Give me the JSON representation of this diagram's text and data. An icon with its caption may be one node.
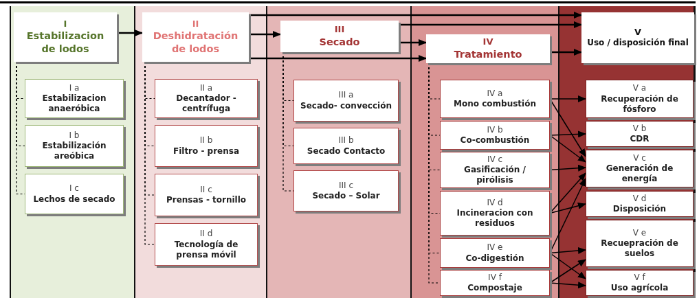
{
  "diagram": {
    "nodes": [
      {
        "text": [
          "I",
          "Estabilizacion de lodos"
        ]
      },
      {
        "text": [
          "II",
          "Deshidratación de lodos"
        ]
      },
      {
        "text": [
          "III",
          "Secado"
        ]
      },
      {
        "text": [
          "IV",
          "Tratamiento"
        ]
      },
      {
        "text": [
          "V",
          "Uso / disposición final"
        ]
      },
      {
        "text": [
          "I a",
          "Estabilizacion anaeróbica"
        ]
      },
      {
        "text": [
          "I b",
          "Estabilización areóbica"
        ]
      },
      {
        "text": [
          "I c",
          "Lechos de secado"
        ]
      },
      {
        "text": [
          "II a",
          "Decantador - centrífuga"
        ]
      },
      {
        "text": [
          "II b",
          "Filtro - prensa"
        ]
      },
      {
        "text": [
          "II c",
          "Prensas - tornillo"
        ]
      },
      {
        "text": [
          "II d",
          "Tecnología de prensa móvil"
        ]
      },
      {
        "text": [
          "III a",
          "Secado- convección"
        ]
      },
      {
        "text": [
          "III b",
          "Secado Contacto"
        ]
      },
      {
        "text": [
          "III c",
          "Secado – Solar"
        ]
      },
      {
        "text": [
          "IV a",
          "Mono combustión"
        ]
      },
      {
        "text": [
          "IV b",
          "Co-combustión"
        ]
      },
      {
        "text": [
          "IV c",
          "Gasificación / pirólisis"
        ]
      },
      {
        "text": [
          "IV d",
          "Incineracion con residuos"
        ]
      },
      {
        "text": [
          "IV e",
          "Co-digestión"
        ]
      },
      {
        "text": [
          "IV f",
          "Compostaje"
        ]
      },
      {
        "text": [
          "V a",
          "Recuperación de fósforo"
        ]
      },
      {
        "text": [
          "V b",
          "CDR"
        ]
      },
      {
        "text": [
          "V c",
          "Generación de energía"
        ]
      },
      {
        "text": [
          "V d",
          "Disposición"
        ]
      },
      {
        "text": [
          "V e",
          "Recuepración de suelos"
        ]
      },
      {
        "text": [
          "V f",
          "Uso agrícola"
        ]
      }
    ],
    "edges": [
      {
        "from": 0,
        "to": 1,
        "arrow": "to"
      },
      {
        "from": 1,
        "to": 2,
        "arrow": "to"
      },
      {
        "from": 1,
        "to": 4,
        "arrow": "to"
      },
      {
        "from": 1,
        "to": 3,
        "arrow": "to"
      },
      {
        "from": 2,
        "to": 4,
        "arrow": "to"
      },
      {
        "from": 2,
        "to": 3,
        "arrow": "to"
      },
      {
        "from": 3,
        "to": 4,
        "arrow": "to"
      },
      {
        "from": 0,
        "to": 5,
        "arrow": "none",
        "style": "dashed"
      },
      {
        "from": 0,
        "to": 6,
        "arrow": "none",
        "style": "dashed"
      },
      {
        "from": 0,
        "to": 7,
        "arrow": "none",
        "style": "dashed"
      },
      {
        "from": 1,
        "to": 8,
        "arrow": "none",
        "style": "dashed"
      },
      {
        "from": 1,
        "to": 9,
        "arrow": "none",
        "style": "dashed"
      },
      {
        "from": 1,
        "to": 10,
        "arrow": "none",
        "style": "dashed"
      },
      {
        "from": 1,
        "to": 11,
        "arrow": "none",
        "style": "dashed"
      },
      {
        "from": 2,
        "to": 12,
        "arrow": "none",
        "style": "dashed"
      },
      {
        "from": 2,
        "to": 13,
        "arrow": "none",
        "style": "dashed"
      },
      {
        "from": 2,
        "to": 14,
        "arrow": "none",
        "style": "dashed"
      },
      {
        "from": 3,
        "to": 15,
        "arrow": "none",
        "style": "dashed"
      },
      {
        "from": 3,
        "to": 16,
        "arrow": "none",
        "style": "dashed"
      },
      {
        "from": 3,
        "to": 17,
        "arrow": "none",
        "style": "dashed"
      },
      {
        "from": 3,
        "to": 18,
        "arrow": "none",
        "style": "dashed"
      },
      {
        "from": 3,
        "to": 19,
        "arrow": "none",
        "style": "dashed"
      },
      {
        "from": 3,
        "to": 20,
        "arrow": "none",
        "style": "dashed"
      },
      {
        "from": 15,
        "to": 21,
        "arrow": "to"
      },
      {
        "from": 15,
        "to": 23,
        "arrow": "to"
      },
      {
        "from": 16,
        "to": 22,
        "arrow": "to"
      },
      {
        "from": 16,
        "to": 23,
        "arrow": "to"
      },
      {
        "from": 17,
        "to": 23,
        "arrow": "to"
      },
      {
        "from": 18,
        "to": 23,
        "arrow": "to"
      },
      {
        "from": 18,
        "to": 24,
        "arrow": "to"
      },
      {
        "from": 19,
        "to": 23,
        "arrow": "to"
      },
      {
        "from": 19,
        "to": 25,
        "arrow": "to"
      },
      {
        "from": 19,
        "to": 26,
        "arrow": "to"
      },
      {
        "from": 20,
        "to": 25,
        "arrow": "to"
      },
      {
        "from": 20,
        "to": 26,
        "arrow": "to"
      }
    ]
  }
}
